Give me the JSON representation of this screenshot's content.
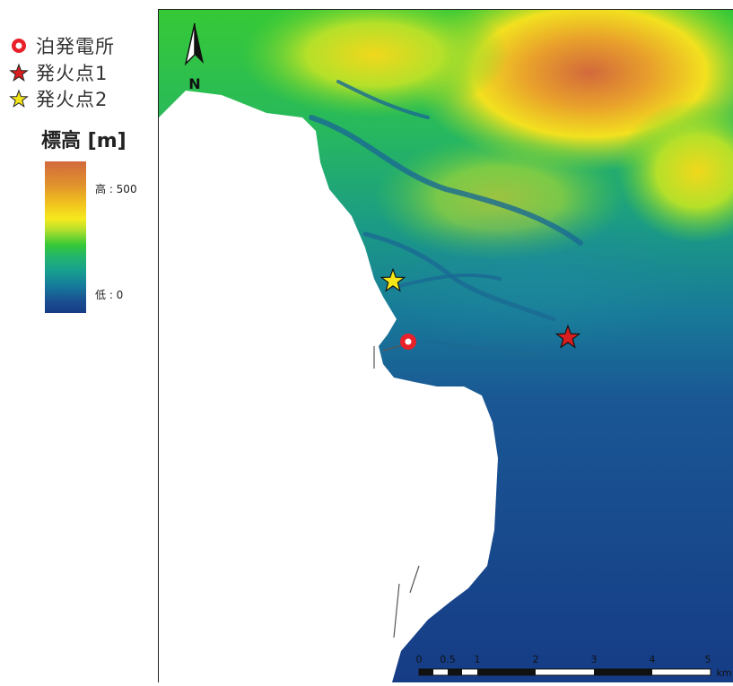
{
  "legend": {
    "items": [
      {
        "label": "泊発電所",
        "symbol": "power-plant-marker"
      },
      {
        "label": "発火点1",
        "symbol": "red-star"
      },
      {
        "label": "発火点2",
        "symbol": "yellow-star"
      }
    ],
    "elevation_title": "標高 [m]",
    "ramp_high_label": "高 : 500",
    "ramp_low_label": "低 : 0"
  },
  "north_arrow": {
    "label": "N"
  },
  "scale_bar": {
    "ticks": [
      "0",
      "0.5",
      "1",
      "2",
      "3",
      "4",
      "5"
    ],
    "unit": "km"
  },
  "markers": {
    "power_plant": {
      "name": "泊発電所",
      "color": "#e8202a"
    },
    "ignition_1": {
      "name": "発火点1",
      "color": "#d81e1e"
    },
    "ignition_2": {
      "name": "発火点2",
      "color": "#f5e61a"
    }
  },
  "colors": {
    "elevation_high": "#d2693c",
    "elevation_mid": "#36c936",
    "elevation_low": "#163c86"
  }
}
